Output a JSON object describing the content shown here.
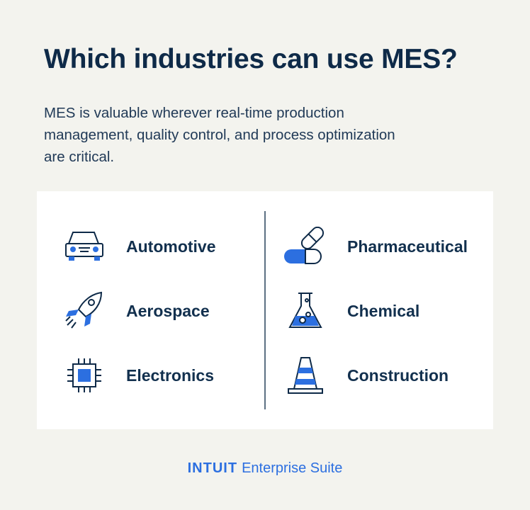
{
  "header": {
    "title": "Which industries can use MES?",
    "subtitle": "MES is valuable wherever real-time production management, quality control, and process optimization are critical."
  },
  "industries": [
    {
      "label": "Automotive",
      "icon": "car-icon"
    },
    {
      "label": "Aerospace",
      "icon": "rocket-icon"
    },
    {
      "label": "Electronics",
      "icon": "chip-icon"
    },
    {
      "label": "Pharmaceutical",
      "icon": "pill-icon"
    },
    {
      "label": "Chemical",
      "icon": "flask-icon"
    },
    {
      "label": "Construction",
      "icon": "cone-icon"
    }
  ],
  "footer": {
    "brand": "INTUIT",
    "product": "Enterprise Suite"
  },
  "colors": {
    "background": "#f3f3ee",
    "navy": "#0e2a48",
    "accent_blue": "#2c6fe0",
    "card": "#ffffff"
  }
}
